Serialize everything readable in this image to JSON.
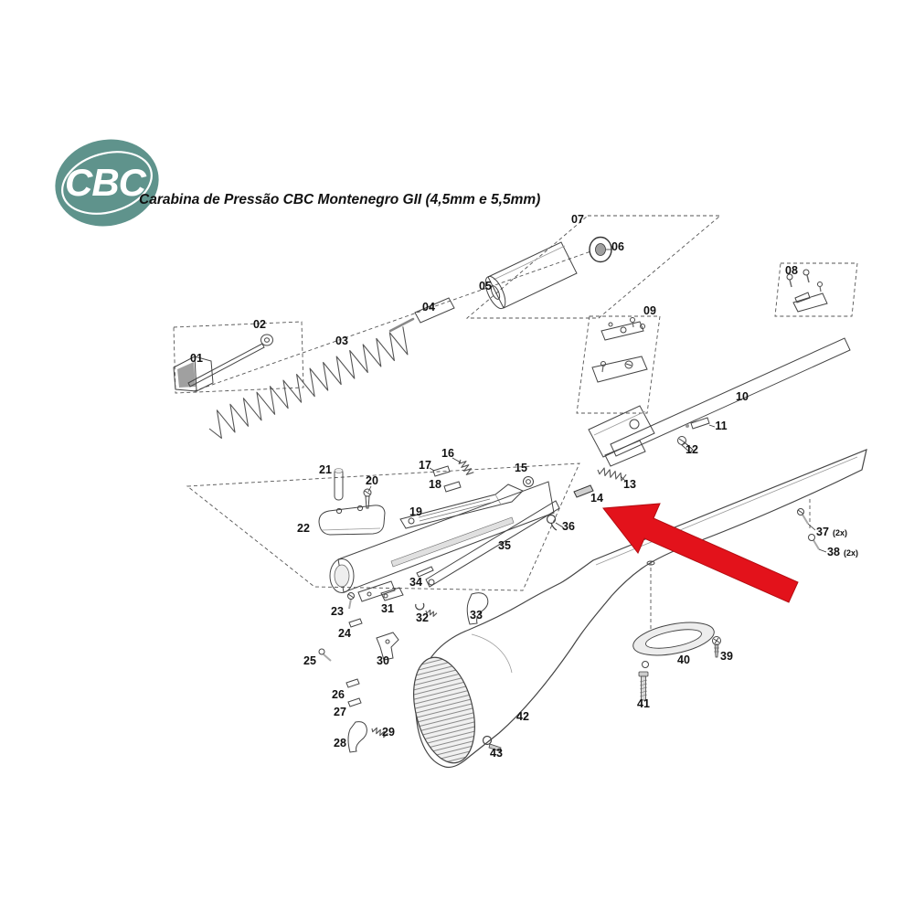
{
  "title": "Carabina de Pressão CBC Montenegro GII (4,5mm e 5,5mm)",
  "logo": {
    "text": "CBC"
  },
  "colors": {
    "logo_teal": "#5f938c",
    "arrow_red": "#e3121b"
  },
  "arrow": {
    "points_to_part": "14"
  },
  "parts": [
    {
      "label": "01"
    },
    {
      "label": "02"
    },
    {
      "label": "03"
    },
    {
      "label": "04"
    },
    {
      "label": "05"
    },
    {
      "label": "06"
    },
    {
      "label": "07"
    },
    {
      "label": "08"
    },
    {
      "label": "09"
    },
    {
      "label": "10"
    },
    {
      "label": "11"
    },
    {
      "label": "12"
    },
    {
      "label": "13"
    },
    {
      "label": "14"
    },
    {
      "label": "15"
    },
    {
      "label": "16"
    },
    {
      "label": "17"
    },
    {
      "label": "18"
    },
    {
      "label": "19"
    },
    {
      "label": "20"
    },
    {
      "label": "21"
    },
    {
      "label": "22"
    },
    {
      "label": "23"
    },
    {
      "label": "24"
    },
    {
      "label": "25"
    },
    {
      "label": "26"
    },
    {
      "label": "27"
    },
    {
      "label": "28"
    },
    {
      "label": "29"
    },
    {
      "label": "30"
    },
    {
      "label": "31"
    },
    {
      "label": "32"
    },
    {
      "label": "33"
    },
    {
      "label": "34"
    },
    {
      "label": "35"
    },
    {
      "label": "36"
    },
    {
      "label": "37",
      "suffix": "(2x)"
    },
    {
      "label": "38",
      "suffix": "(2x)"
    },
    {
      "label": "39"
    },
    {
      "label": "40"
    },
    {
      "label": "41"
    },
    {
      "label": "42"
    },
    {
      "label": "43"
    }
  ]
}
